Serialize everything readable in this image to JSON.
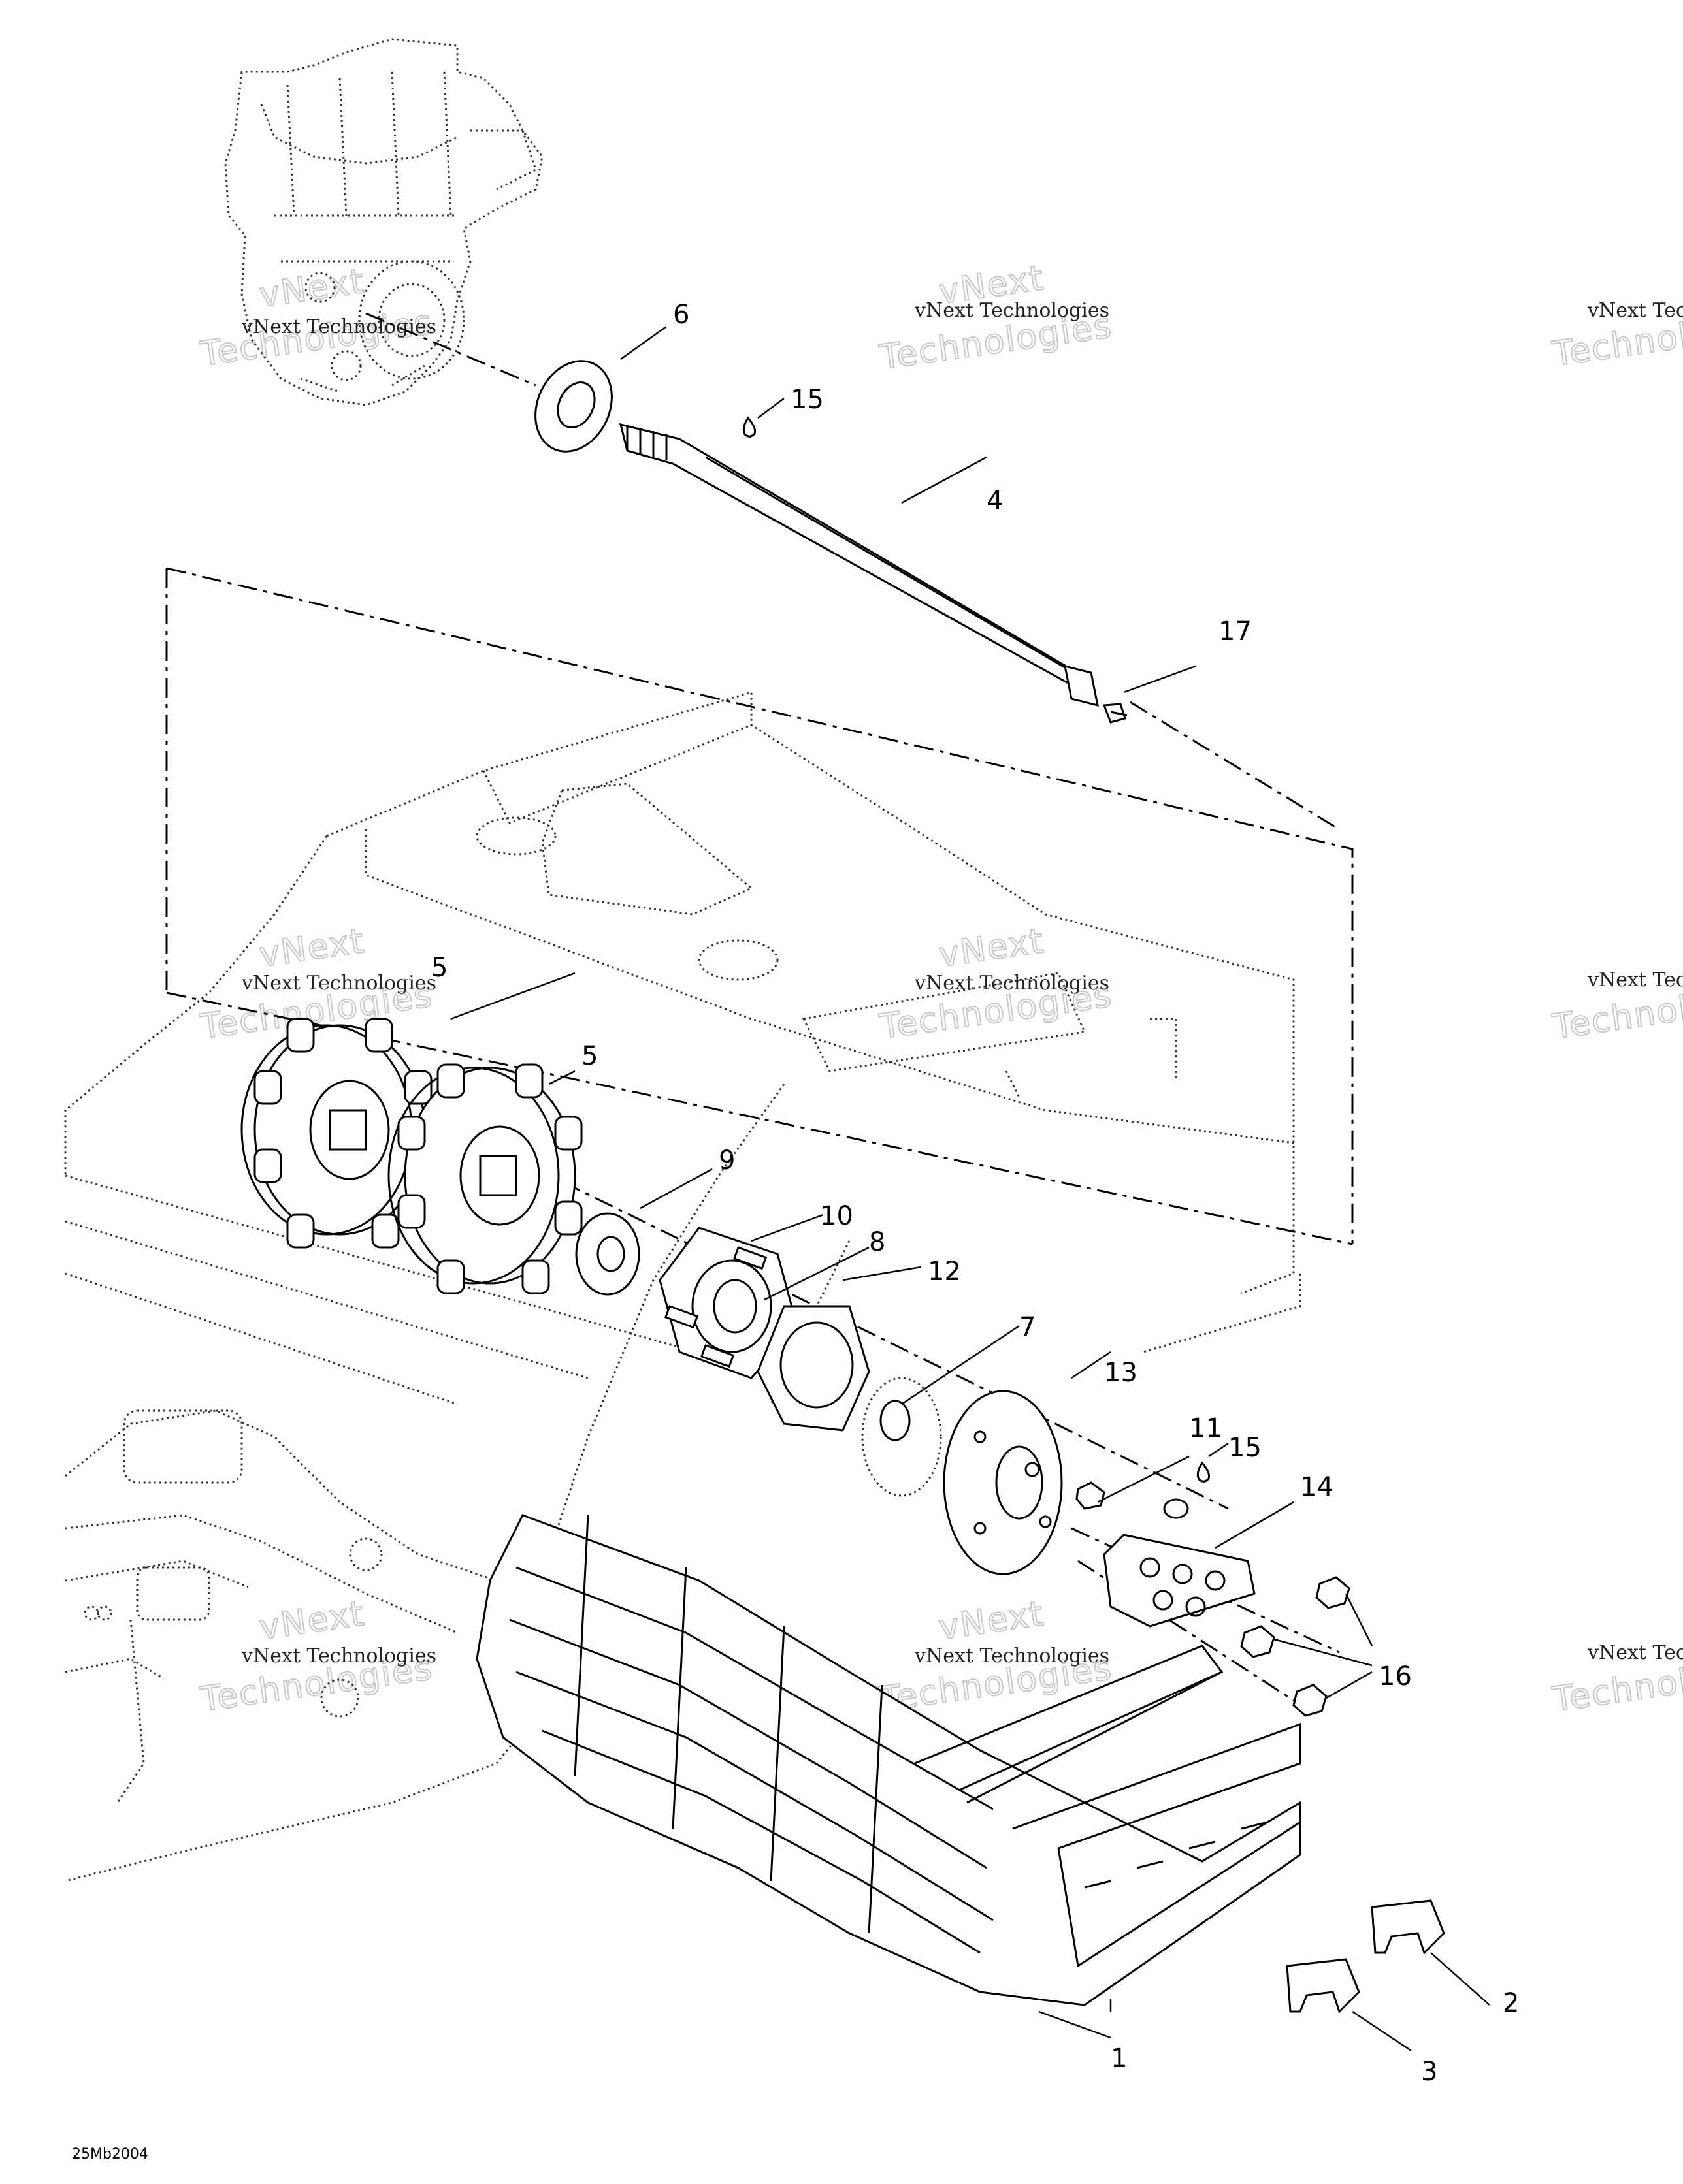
{
  "diagram": {
    "drawing_id": "25Mb2004",
    "watermark_text_small": "vNext Technologies",
    "watermark_text_big": "Technologies",
    "watermark_text_top": "vNext",
    "callouts": {
      "c1": "1",
      "c2": "2",
      "c3": "3",
      "c4": "4",
      "c5a": "5",
      "c5b": "5",
      "c6": "6",
      "c7": "7",
      "c8": "8",
      "c9": "9",
      "c10": "10",
      "c11": "11",
      "c12": "12",
      "c13": "13",
      "c14": "14",
      "c15a": "15",
      "c15b": "15",
      "c16": "16",
      "c17": "17"
    }
  }
}
